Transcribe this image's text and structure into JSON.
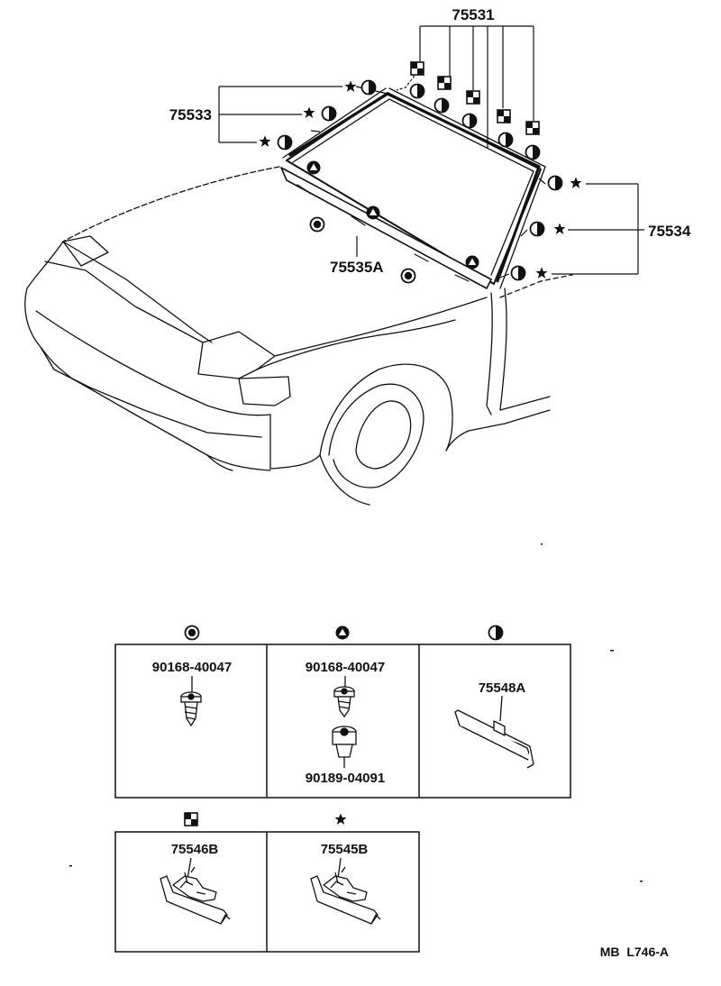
{
  "callouts": {
    "p75531": "75531",
    "p75533": "75533",
    "p75534": "75534",
    "p75535A": "75535A"
  },
  "boxes": {
    "screw": {
      "part": "90168-40047"
    },
    "clip": {
      "part_top": "90168-40047",
      "part_bottom": "90189-04091"
    },
    "bracket": {
      "part": "75548A"
    },
    "retainer_b": {
      "part": "75546B"
    },
    "retainer_a": {
      "part": "75545B"
    }
  },
  "footer": {
    "code": "MB  L746-A"
  },
  "symbols": {
    "bullseye": "bullseye-symbol",
    "triangle": "triangle-in-circle-symbol",
    "half_circle": "half-filled-circle-symbol",
    "checker": "checker-square-symbol",
    "star": "star-symbol"
  }
}
